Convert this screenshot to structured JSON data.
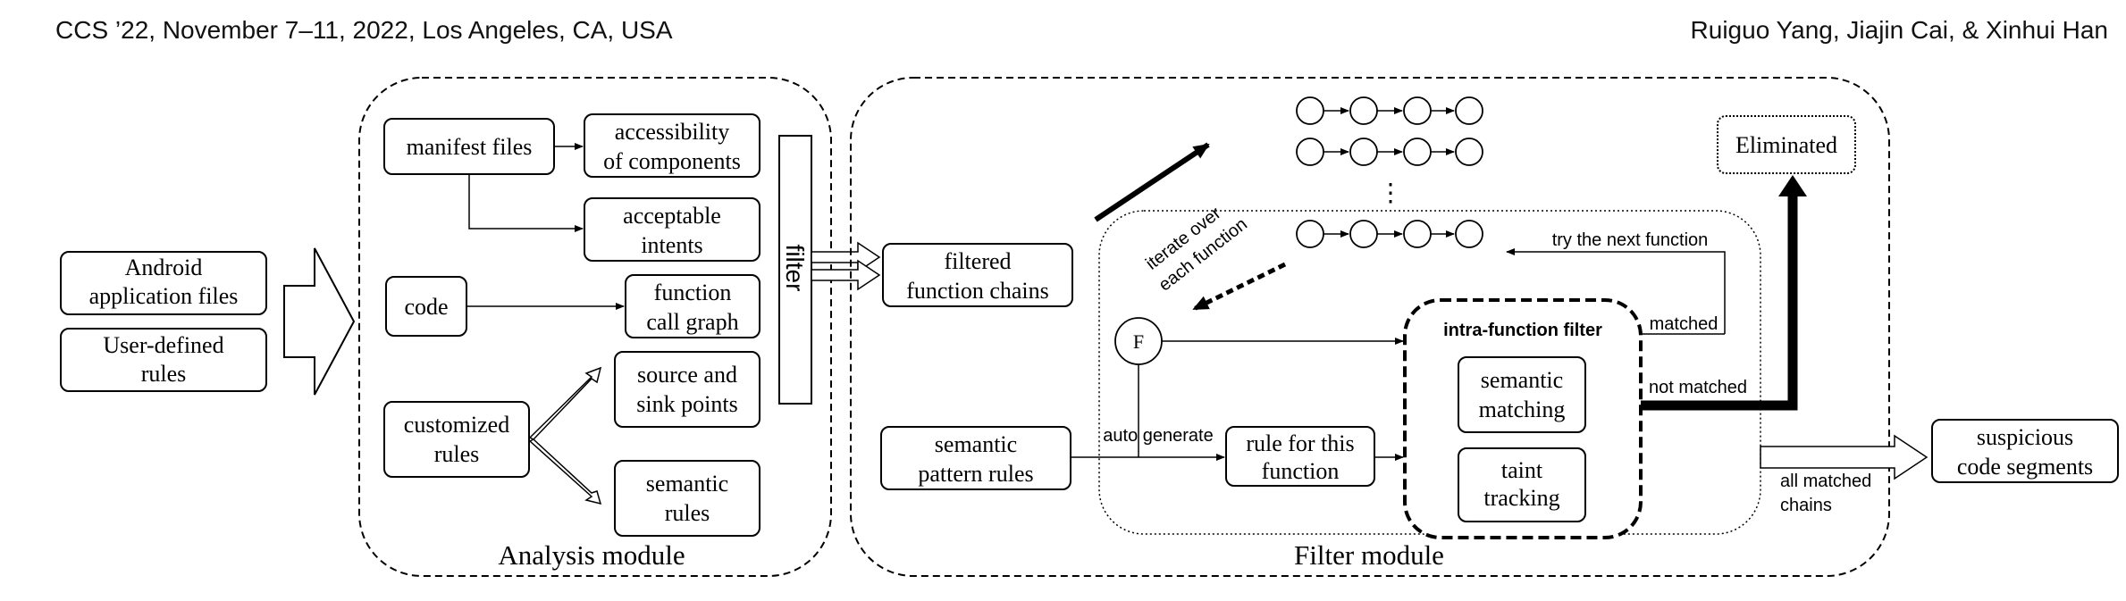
{
  "header": {
    "left": "CCS ’22, November 7–11, 2022, Los Angeles, CA, USA",
    "right": "Ruiguo Yang, Jiajin Cai, & Xinhui Han"
  },
  "inputs": {
    "android_files": [
      "Android",
      "application files"
    ],
    "user_rules": [
      "User-defined",
      "rules"
    ]
  },
  "analysis": {
    "module_label": "Analysis module",
    "manifest": "manifest files",
    "accessibility": [
      "accessibility",
      "of components"
    ],
    "intents": [
      "acceptable",
      "intents"
    ],
    "code": "code",
    "call_graph": [
      "function",
      "call graph"
    ],
    "customized": [
      "customized",
      "rules"
    ],
    "source_sink": [
      "source and",
      "sink points"
    ],
    "semantic_rules": [
      "semantic",
      "rules"
    ],
    "filter": "filter"
  },
  "filter_module": {
    "module_label": "Filter module",
    "filtered_chains": [
      "filtered",
      "function chains"
    ],
    "semantic_pattern": [
      "semantic",
      "pattern rules"
    ],
    "eliminated": "Eliminated",
    "iterate": [
      "iterate over",
      "each function"
    ],
    "ellipsis": "⋮",
    "try_next": "try the next function",
    "f_node": "F",
    "auto_generate": "auto generate",
    "rule_for": [
      "rule for this",
      "function"
    ],
    "intra_title": "intra-function filter",
    "semantic_matching": [
      "semantic",
      "matching"
    ],
    "taint": [
      "taint",
      "tracking"
    ],
    "matched": "matched",
    "not_matched": "not matched",
    "all_matched": [
      "all matched",
      "chains"
    ],
    "suspicious": [
      "suspicious",
      "code segments"
    ]
  }
}
